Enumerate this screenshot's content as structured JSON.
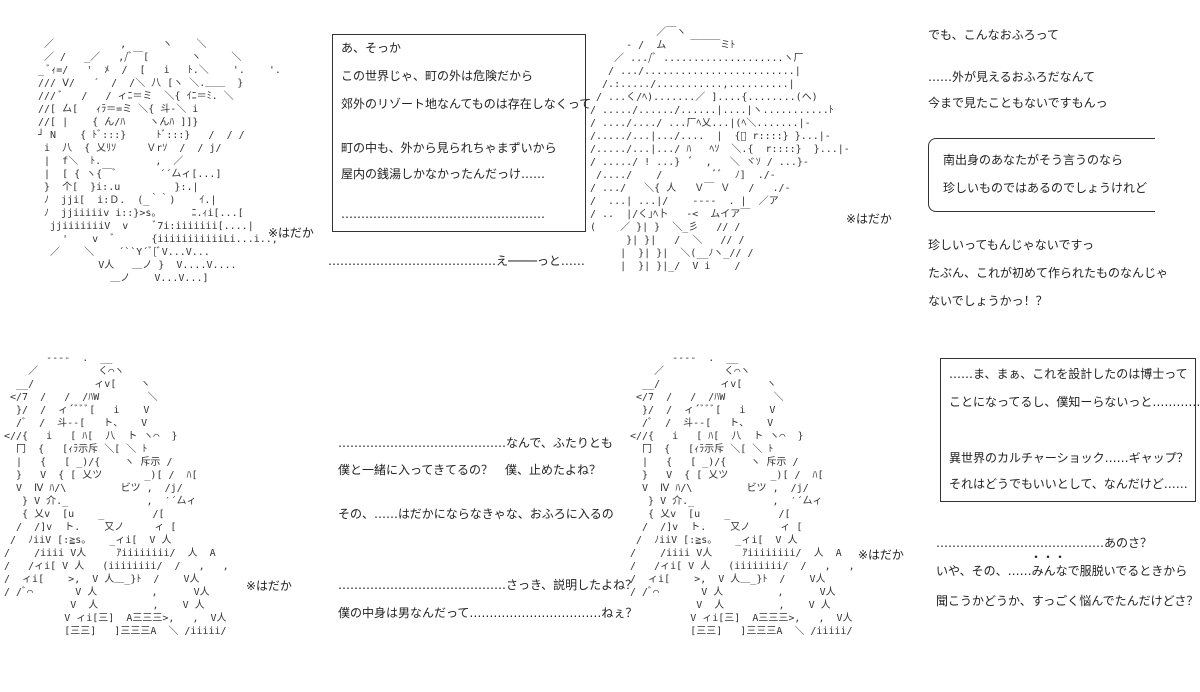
{
  "art": {
    "top_left": " ／           ,      ヽ    ＼\n ／ /   _／   ,/ﾞ￣[       ヽ     ＼\n_ ﾞｨ=/   '  ﾒ  /  [   i   ﾄ.＼    '.    '.\n/// Ⅴ/   ´  /  /＼ 八 [ヽ ＼.＿＿  }\n/// ﾞ   /   / ィﾆ＝ミ  ＼{ ｲﾆ＝ﾐ. ＼\n//[ 厶[   ｨﾗ＝=ミ ＼{ 斗‐＼ i\n//[ |    { ん/ﾊ    ヽんﾊ ]]}\n┘ N    { ﾄﾞ:::}     ﾄﾞ:::}   /  / /\n i  八  { 乂ﾘｿ     Ｖrｿ  /  / j/\n |  f＼  ﾄ.         ,  ／\n |  [ { ヽ{￣ﾞ       ´´厶ィ[...]\n }  个[  }i:.u         }:.|\n ﾉ  jji[  i:Ｄ.  (_｀｀)    ｲ.|\n ﾉ  jjiiiiiv i::}>s。     ﾆ.ｨi[...[\n  jjiiiiiiiV  v    ﾞ7i:iiiiiii[....|\n    '    v  ﾞ      {iiiiiiiiiiiLi...i..,\n  ／    ＼    ´``Y´ﾞ[ﾞV...V...\n          V人   ＿ノ }  V....V....\n            ＿ノ    V...V...]",
    "top_mid": "           ／￣ヽ\n      ‐ /  ム    ￣￣￣ミﾄ\n    ／ .../ﾞ ....................ヽ厂\n   / .../.........................|\n  /.:...../...........,..........|\n / ...く/ﾍ).......／ ]....{........(ヘ)\n/ ...../....../......|....|ヽ...........ﾄ\n/ ..../..../ ...厂ﾍ乂...|(ﾍ＼.......|-\n/...../...|.../....  |  {ﾞ r::::} }...|-\n/...../...|.../ ﾊ   ﾍｿ  ＼.{  r::::}  }...|-\n/ ...../ ! ...}  ﾞ  ,   ＼ ヾｿ / ...}-\n /..../    /         ﾞﾞ  ﾉ]  ./-\n/ .../   ＼{ 人   Ｖ￣ Ｖ   /   ./-\n/  ...| ...|/    -‐-‐  . |  ／ア\n/ ..  |/く｣ﾍ卜   -<  ムイア￣\n(    ／ }| }  ＼_彡   // /\n      }| }|   /  ＼   // /\n     |  }| }|  ＼(__ﾉヽ_// /\n     |  }| }|_/  V i    /",
    "bottom_left": "       -‐‐-  .  __\n    ／          く⌒ヽ\n  __/          ィv[    ヽ\n </7  /   /  /ﾊW        ＼\n  }/  /  ィ´ﾞﾞﾞ[   i    V\n  /ﾞ  /  斗‐‐[   ト、   V\n<//{   i   [ ﾊ[  八  ト ヽ⌒  }\n  冂  {   [ｨﾗ示斥 ＼[ ＼ ﾄ\n  |   {   [ _)/{    ヽ 斥示 /\n  }   V  { [ 乂ツ       _)[ /  ﾊ[\n  V  Ⅳ ﾊ/\\         ビツ ,  /j/\n   } V 介._             ,  ′´厶ィ\n   { 乂v  [u    _        /[\n  /  /]v  ト.    又ノ     ィ [\n /  ﾉiiV [:≧s。   _ィi[  V 人\n/    /iiii V人     ｱiiiiiiii/  人  A\n/   /ィi[ V 人   (iiiiiiii/  /   ,   ,\n/  ィi[    >,  V 人＿_}ﾄ  /    V人\n/ /ﾞ⌒       V 人         ,      V人\n           V  人         ,    V 人\n          V ィi[三]  A三三三>,   ,  V人\n          [三三]   ]三三三A  ＼ /iiiii/",
    "bottom_right": "       -‐‐-  .  __\n    ／          く⌒ヽ\n  __/          ィv[    ヽ\n </7  /   /  /ﾊW        ＼\n  }/  /  ィ´ﾞﾞﾞ[   i    V\n  /ﾞ  /  斗‐‐[   ト、   V\n<//{   i   [ ﾊ[  八  ト ヽ⌒  }\n  冂  {   [ｨﾗ示斥 ＼[ ＼ ﾄ\n  |   {   [ _)/{    ヽ 斥示 /\n  }   V  { [ 乂ツ       _)[ /  ﾊ[\n  V  Ⅳ ﾊ/\\         ビツ ,  /j/\n   } V 介._             ,  ′´厶ィ\n   { 乂v  [u    _        /[\n  /  /]v  ト.    又ノ     ィ [\n /  ﾉiiV [:≧s。   _ィi[  V 人\n/    /iiii V人     ｱiiiiiiii/  人  A\n/   /ィi[ V 人   (iiiiiiii/  /   ,   ,\n/  ィi[    >,  V 人＿_}ﾄ  /    V人\n/ /ﾞ⌒       V 人         ,      V人\n           V  人         ,    V 人\n          V ィi[三]  A三三三>,   ,  V人\n          [三三]   ]三三三A  ＼ /iiiii/"
  },
  "notes": {
    "top_left": "※はだか",
    "top_mid": "※はだか",
    "bottom_left": "※はだか",
    "bottom_right": "※はだか"
  },
  "box1": {
    "lines": [
      "あ、そっか",
      "この世界じゃ、町の外は危険だから",
      "郊外のリゾート地なんてものは存在しなくって",
      "町の中も、外から見られちゃまずいから",
      "屋内の銭湯しかなかったんだっけ……",
      "……………………………………………"
    ]
  },
  "top_mid_text": "……………………………………え────っと……",
  "right_top": {
    "line1": "でも、こんなおふろって",
    "line2": "……外が見えるおふろだなんて",
    "line3": "今まで見たこともないですもんっ"
  },
  "bubble": {
    "line1": "南出身のあなたがそう言うのなら",
    "line2": "珍しいものではあるのでしょうけれど"
  },
  "right_mid": {
    "line1": "珍しいってもんじゃないですっ",
    "line2": "たぶん、これが初めて作られたものなんじゃ",
    "line3": "ないでしょうかっ！？"
  },
  "center_bottom": {
    "line1": "……………………………………なんで、ふたりとも",
    "line2": "僕と一緒に入ってきてるの？　僕、止めたよね？",
    "line3": "その、……はだかにならなきゃな、おふろに入るの",
    "line4": "……………………………………さっき、説明したよね？",
    "line5": "僕の中身は男なんだって……………………………ねぇ？"
  },
  "box2": {
    "line1": "……ま、まぁ、これを設計したのは博士って",
    "line2": "ことになってるし、僕知ーらないっと…………",
    "line3": "異世界のカルチャーショック……ギャップ？",
    "line4": "それはどうでもいいとして、なんだけど……"
  },
  "right_bottom": {
    "line1": "……………………………………あのさ？",
    "dots": "・・・",
    "line2": "いや、その、……みんなで服脱いでるときから",
    "line3": "聞こうかどうか、すっごく悩んでたんだけどさ？"
  }
}
